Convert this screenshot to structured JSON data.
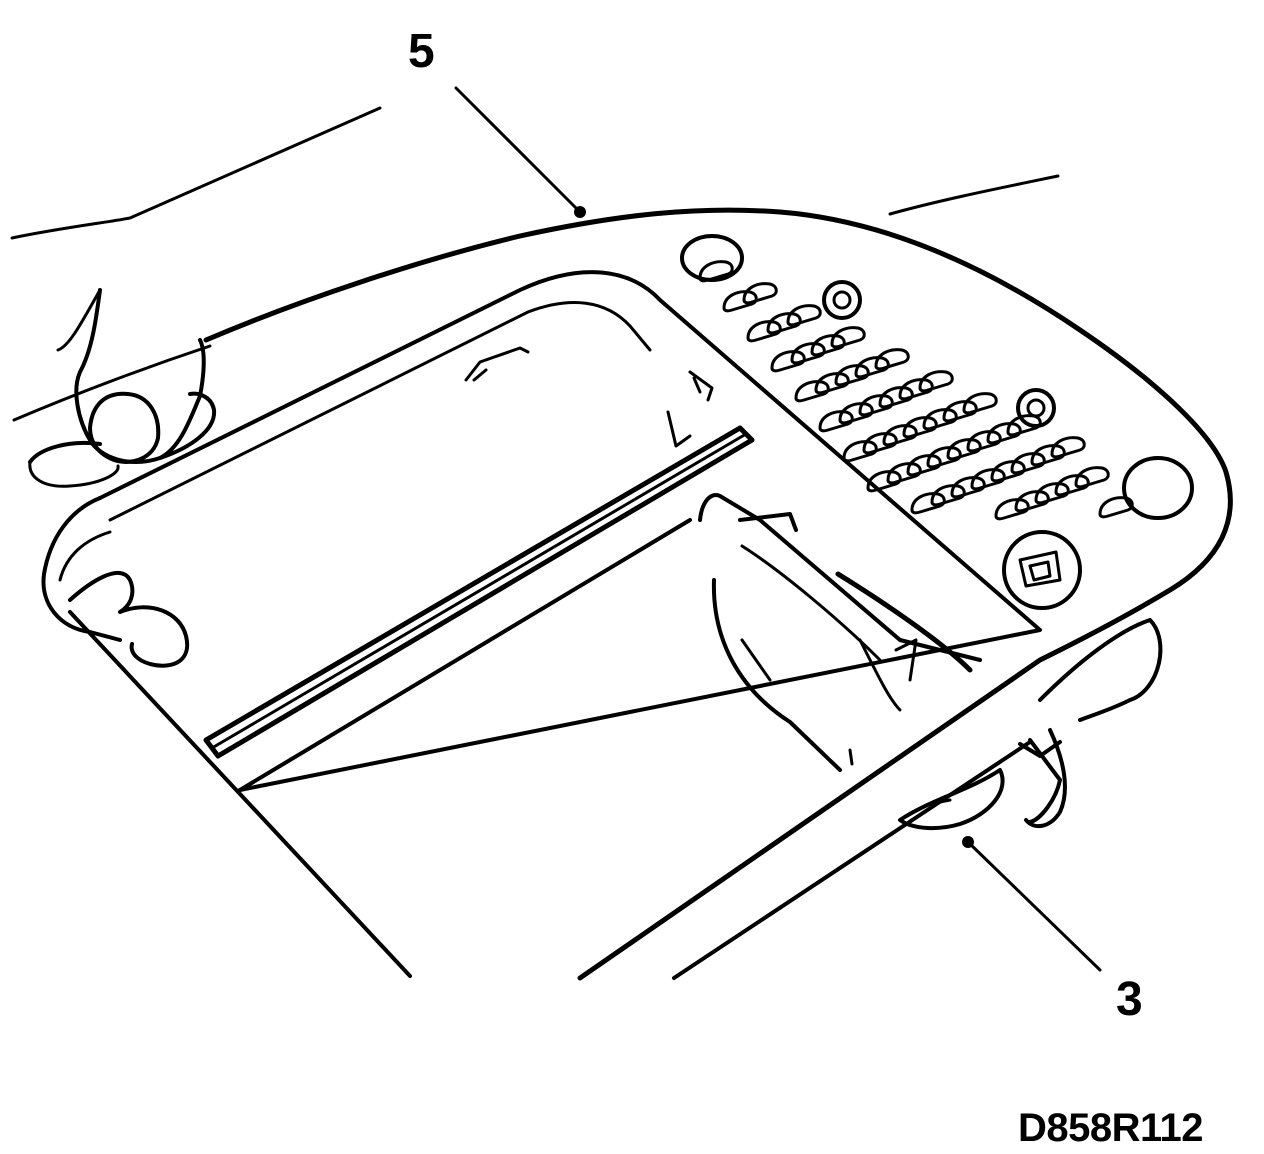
{
  "callouts": {
    "label_5": "5",
    "label_3": "3"
  },
  "figure_id": "D858R112",
  "colors": {
    "line": "#000000",
    "background": "#ffffff"
  }
}
